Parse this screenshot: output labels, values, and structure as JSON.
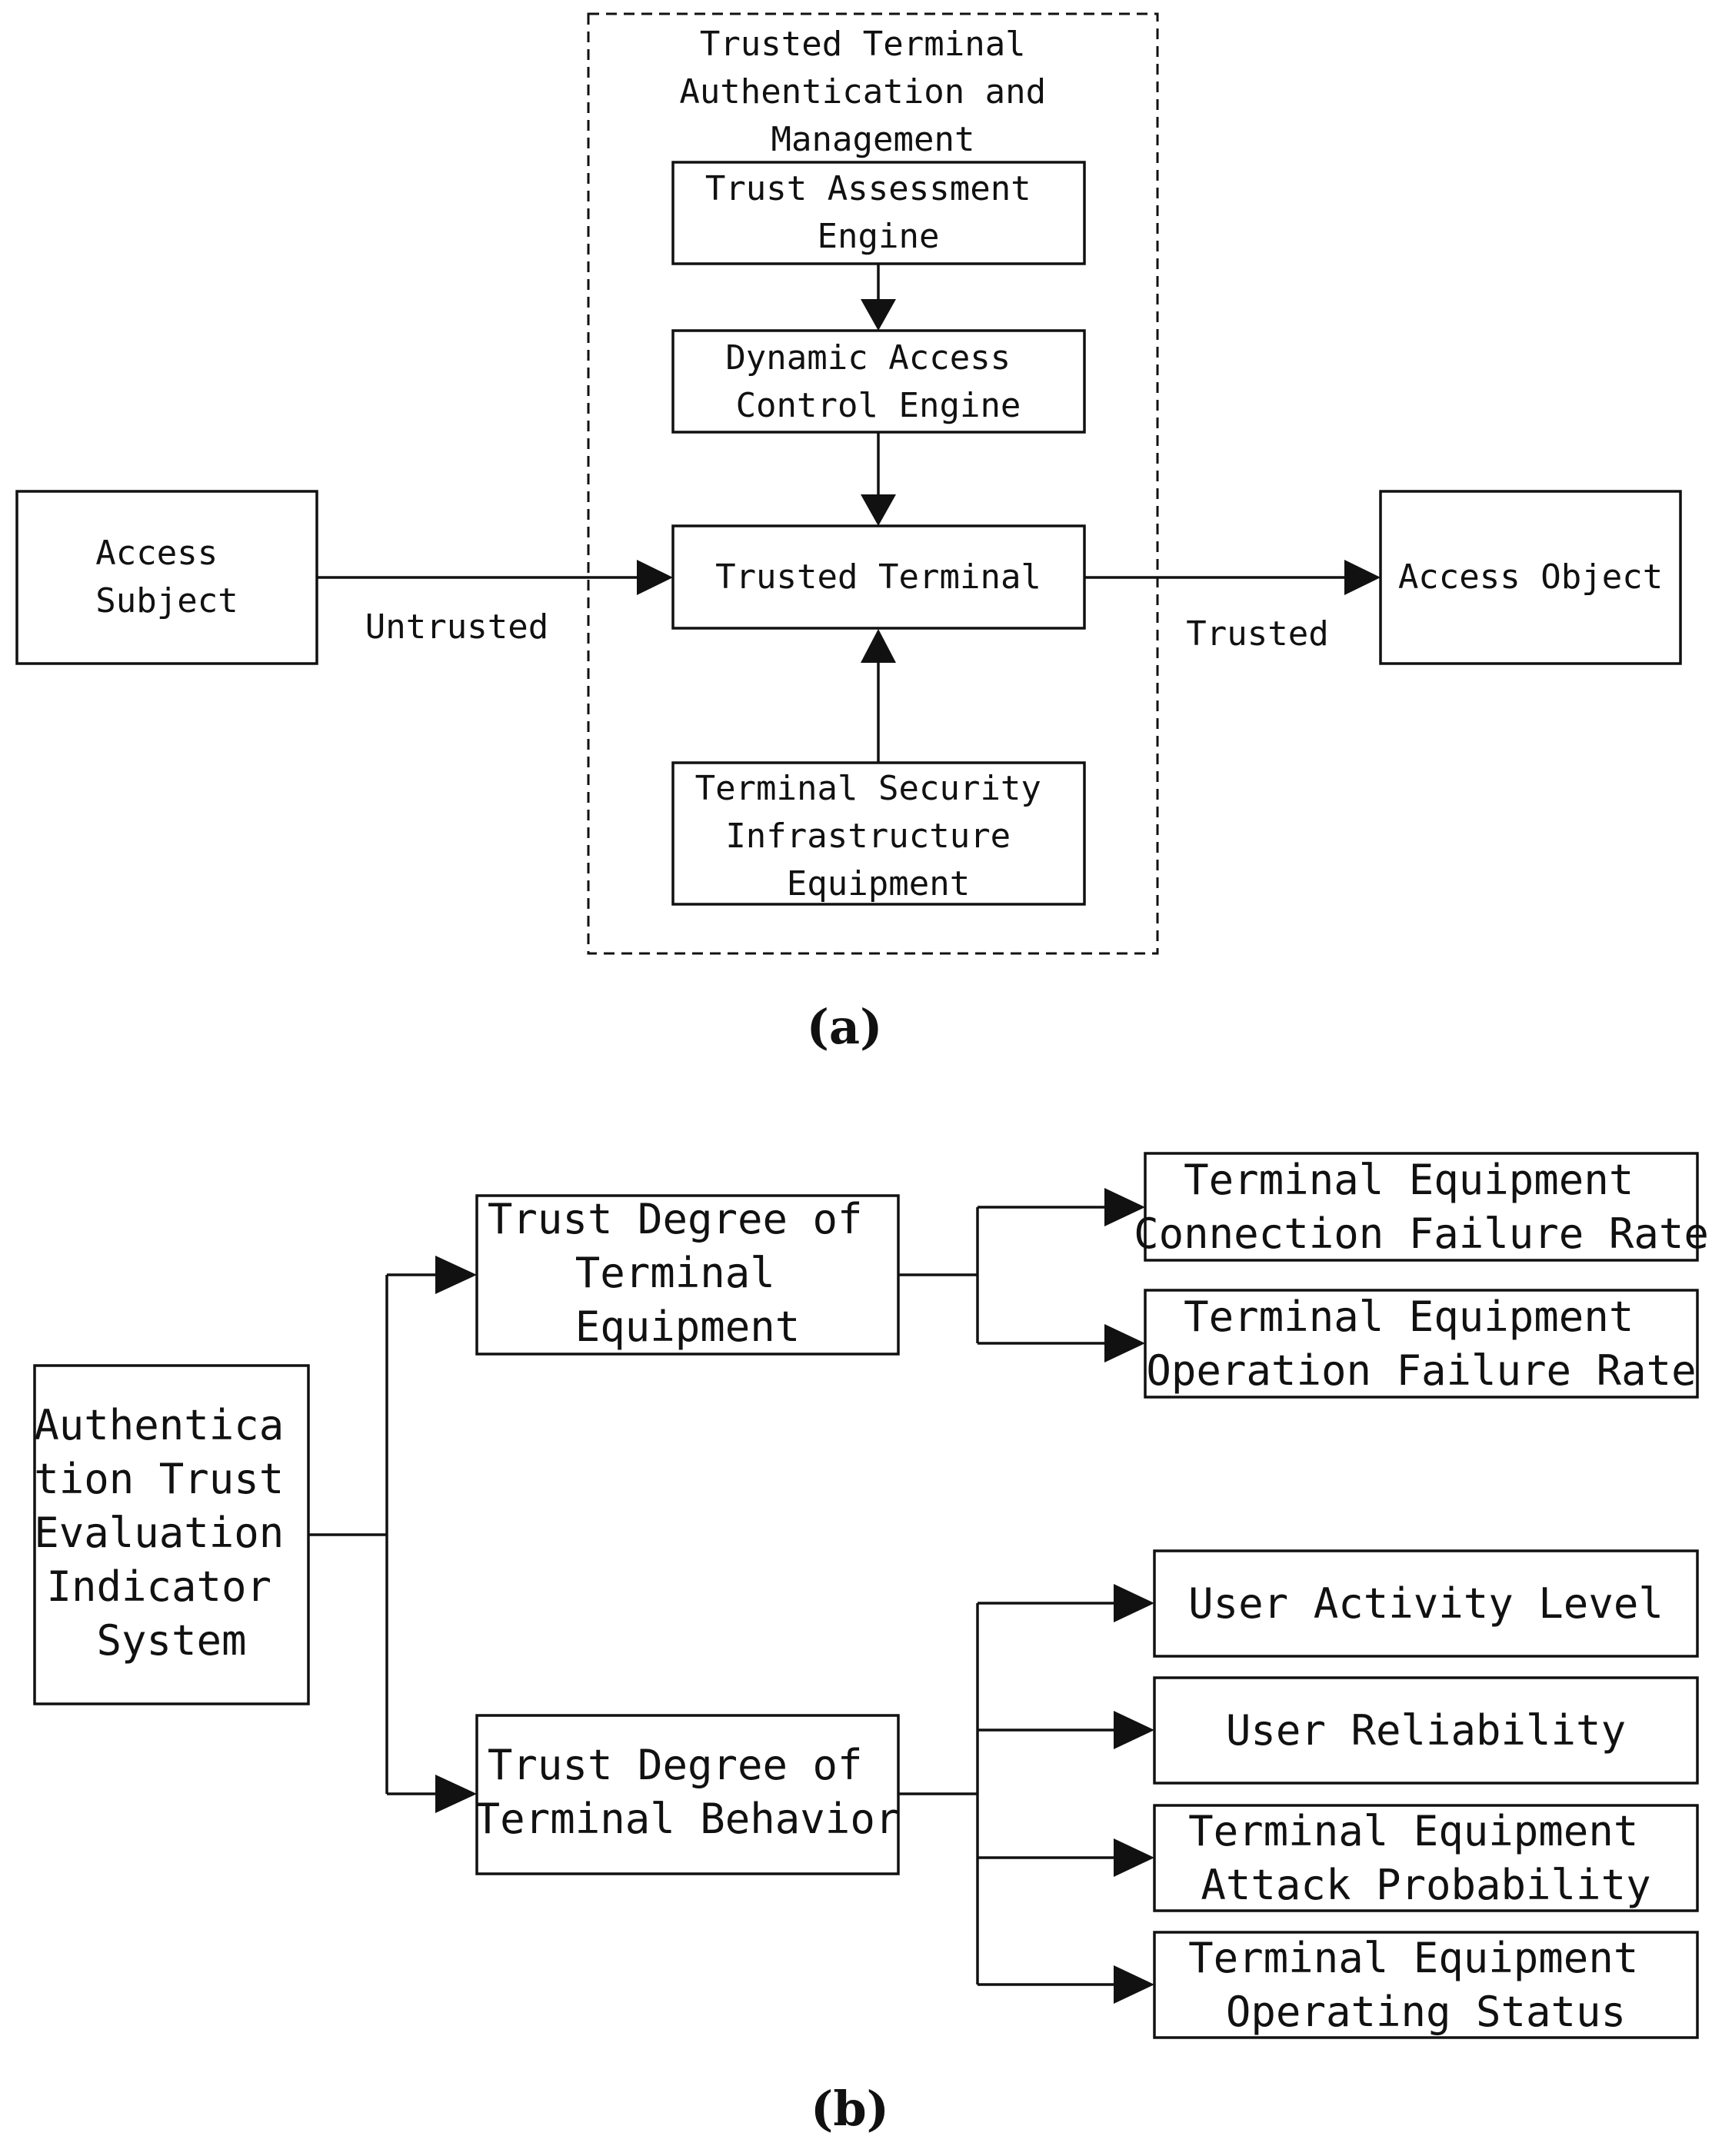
{
  "diagram_a": {
    "group_title": [
      "Trusted Terminal",
      "Authentication and",
      "Management"
    ],
    "trust_assessment_engine": [
      "Trust Assessment",
      "Engine"
    ],
    "dynamic_access_control_engine": [
      "Dynamic Access",
      "Control Engine"
    ],
    "trusted_terminal": "Trusted Terminal",
    "terminal_security_infrastructure": [
      "Terminal Security",
      "Infrastructure",
      "Equipment"
    ],
    "access_subject": [
      "Access",
      "Subject"
    ],
    "access_object": "Access Object",
    "untrusted_label": "Untrusted",
    "trusted_label": "Trusted",
    "caption": "(a)"
  },
  "diagram_b": {
    "root": [
      "Authentica",
      "tion Trust",
      "Evaluation",
      "Indicator",
      "System"
    ],
    "equipment_branch": [
      "Trust Degree of",
      "Terminal",
      "Equipment"
    ],
    "behavior_branch": [
      "Trust Degree of",
      "Terminal Behavior"
    ],
    "equipment_leaves": [
      [
        "Terminal Equipment",
        "Connection Failure Rate"
      ],
      [
        "Terminal Equipment",
        "Operation Failure Rate"
      ]
    ],
    "behavior_leaves": [
      [
        "User Activity Level"
      ],
      [
        "User Reliability"
      ],
      [
        "Terminal Equipment",
        "Attack Probability"
      ],
      [
        "Terminal Equipment",
        "Operating Status"
      ]
    ],
    "caption": "(b)"
  }
}
